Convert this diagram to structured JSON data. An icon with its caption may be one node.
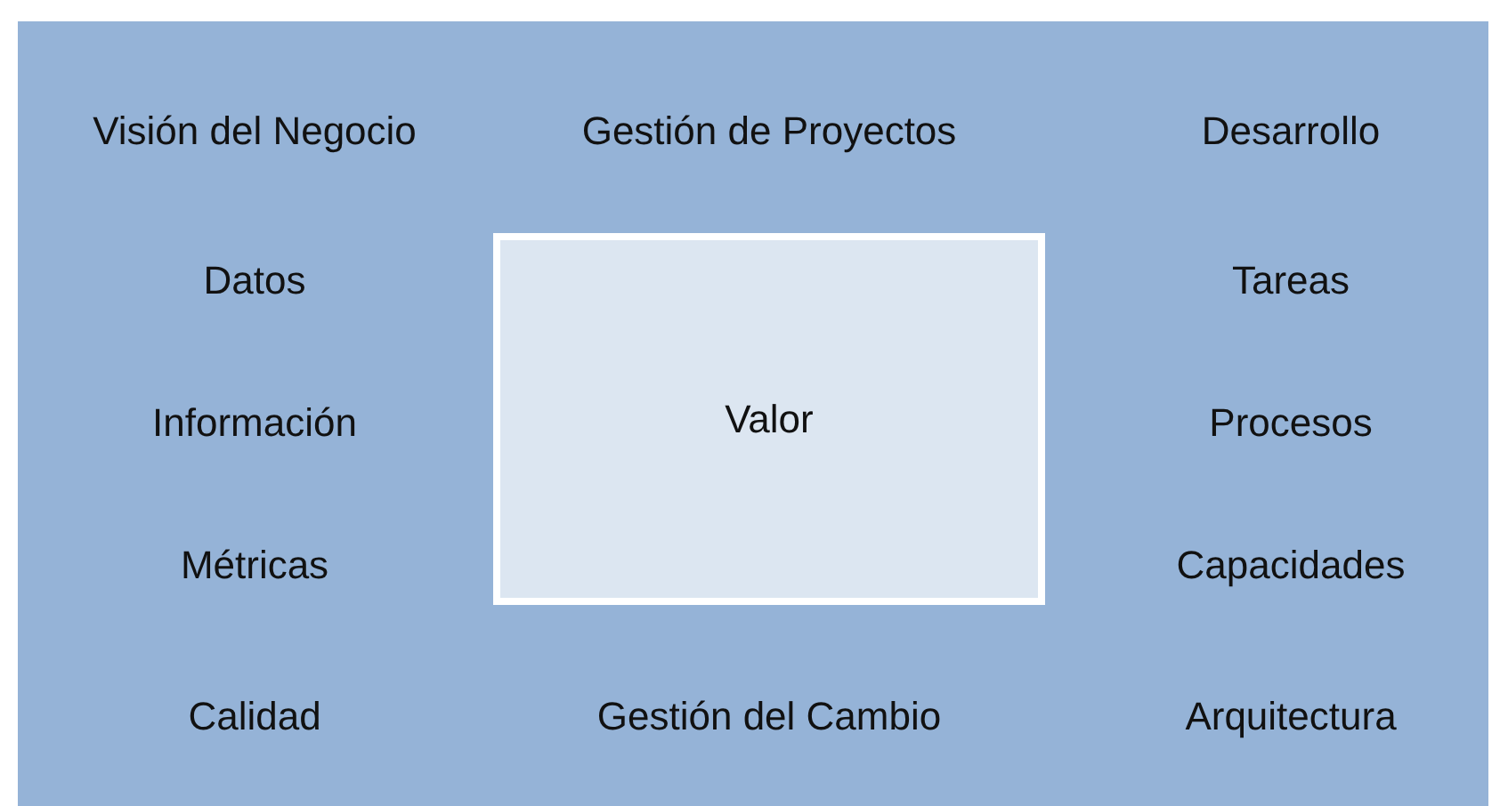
{
  "diagram": {
    "nodes": [
      {
        "text": [
          "Valor"
        ]
      }
    ],
    "labels": [
      "Visión del Negocio",
      "Gestión de Proyectos",
      "Desarrollo",
      "Datos",
      "Tareas",
      "Información",
      "Procesos",
      "Métricas",
      "Capacidades",
      "Calidad",
      "Gestión del Cambio",
      "Arquitectura"
    ]
  }
}
